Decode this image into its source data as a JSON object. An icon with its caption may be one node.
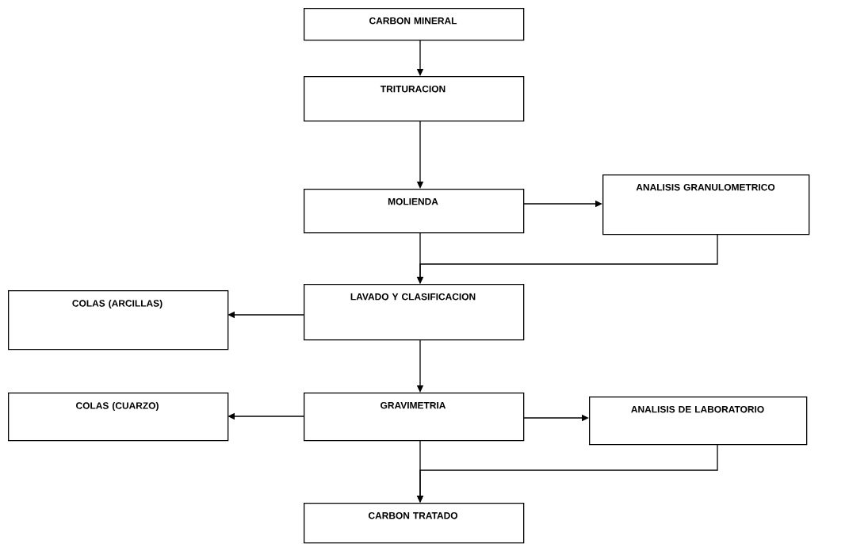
{
  "diagram": {
    "nodes": [
      {
        "text": [
          "CARBON MINERAL"
        ]
      },
      {
        "text": [
          "TRITURACION"
        ]
      },
      {
        "text": [
          "MOLIENDA"
        ]
      },
      {
        "text": [
          "ANALISIS GRANULOMETRICO"
        ]
      },
      {
        "text": [
          "COLAS (ARCILLAS)"
        ]
      },
      {
        "text": [
          "LAVADO Y CLASIFICACION"
        ]
      },
      {
        "text": [
          "COLAS (CUARZO)"
        ]
      },
      {
        "text": [
          "GRAVIMETRIA"
        ]
      },
      {
        "text": [
          "ANALISIS DE LABORATORIO"
        ]
      },
      {
        "text": [
          "CARBON TRATADO"
        ]
      }
    ],
    "edges": [
      {
        "from": 0,
        "to": 1,
        "arrow": "to"
      },
      {
        "from": 1,
        "to": 2,
        "arrow": "to"
      },
      {
        "from": 2,
        "to": 3,
        "arrow": "to"
      },
      {
        "from": 2,
        "to": 5,
        "arrow": "to"
      },
      {
        "from": 3,
        "to": 5,
        "arrow": "to"
      },
      {
        "from": 5,
        "to": 4,
        "arrow": "to"
      },
      {
        "from": 5,
        "to": 7,
        "arrow": "to"
      },
      {
        "from": 7,
        "to": 6,
        "arrow": "to"
      },
      {
        "from": 7,
        "to": 8,
        "arrow": "to"
      },
      {
        "from": 7,
        "to": 9,
        "arrow": "to"
      },
      {
        "from": 8,
        "to": 9,
        "arrow": "to"
      }
    ]
  }
}
